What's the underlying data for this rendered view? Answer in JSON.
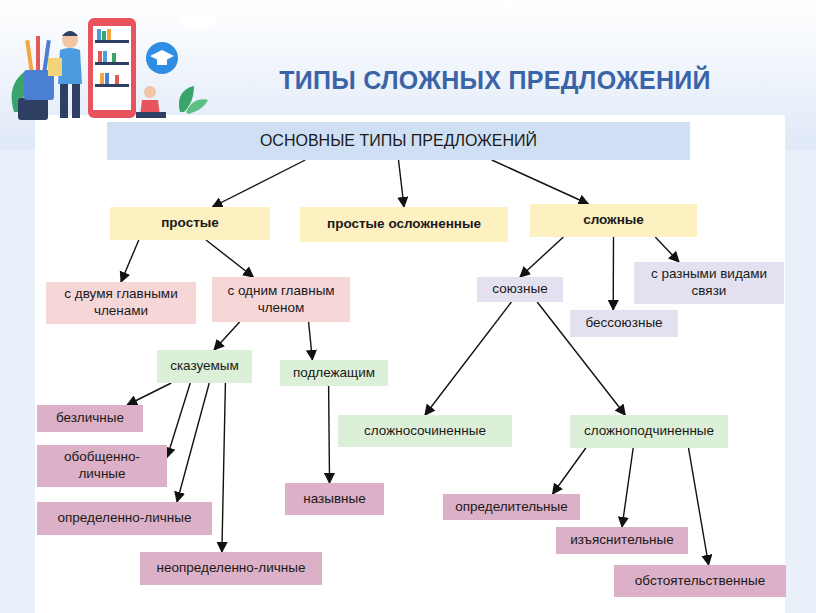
{
  "diagram": {
    "title": "ТИПЫ СЛОЖНЫХ ПРЕДЛОЖЕНИЙ",
    "nodes": [
      {
        "text": [
          "ОСНОВНЫЕ ТИПЫ ПРЕДЛОЖЕНИЙ"
        ]
      },
      {
        "text": [
          "простые"
        ]
      },
      {
        "text": [
          "простые осложненные"
        ]
      },
      {
        "text": [
          "сложные"
        ]
      },
      {
        "text": [
          "с двумя главными членами"
        ]
      },
      {
        "text": [
          "с одним главным членом"
        ]
      },
      {
        "text": [
          "союзные"
        ]
      },
      {
        "text": [
          "бессоюзные"
        ]
      },
      {
        "text": [
          "с разными видами связи"
        ]
      },
      {
        "text": [
          "сказуемым"
        ]
      },
      {
        "text": [
          "подлежащим"
        ]
      },
      {
        "text": [
          "безличные"
        ]
      },
      {
        "text": [
          "обобщенно-личные"
        ]
      },
      {
        "text": [
          "определенно-личные"
        ]
      },
      {
        "text": [
          "неопределенно-личные"
        ]
      },
      {
        "text": [
          "назывные"
        ]
      },
      {
        "text": [
          "сложносочиненные"
        ]
      },
      {
        "text": [
          "сложноподчиненные"
        ]
      },
      {
        "text": [
          "определительные"
        ]
      },
      {
        "text": [
          "изъяснительные"
        ]
      },
      {
        "text": [
          "обстоятельственные"
        ]
      }
    ],
    "edges": [
      {
        "from": 0,
        "to": 1,
        "arrow": "to"
      },
      {
        "from": 0,
        "to": 2,
        "arrow": "to"
      },
      {
        "from": 0,
        "to": 3,
        "arrow": "to"
      },
      {
        "from": 1,
        "to": 4,
        "arrow": "to"
      },
      {
        "from": 1,
        "to": 5,
        "arrow": "to"
      },
      {
        "from": 3,
        "to": 6,
        "arrow": "to"
      },
      {
        "from": 3,
        "to": 7,
        "arrow": "to"
      },
      {
        "from": 3,
        "to": 8,
        "arrow": "to"
      },
      {
        "from": 5,
        "to": 9,
        "arrow": "to"
      },
      {
        "from": 5,
        "to": 10,
        "arrow": "to"
      },
      {
        "from": 9,
        "to": 11,
        "arrow": "to"
      },
      {
        "from": 9,
        "to": 12,
        "arrow": "to"
      },
      {
        "from": 9,
        "to": 13,
        "arrow": "to"
      },
      {
        "from": 9,
        "to": 14,
        "arrow": "to"
      },
      {
        "from": 10,
        "to": 15,
        "arrow": "to"
      },
      {
        "from": 6,
        "to": 16,
        "arrow": "to"
      },
      {
        "from": 6,
        "to": 17,
        "arrow": "to"
      },
      {
        "from": 17,
        "to": 18,
        "arrow": "to"
      },
      {
        "from": 17,
        "to": 19,
        "arrow": "to"
      },
      {
        "from": 17,
        "to": 20,
        "arrow": "to"
      }
    ]
  }
}
